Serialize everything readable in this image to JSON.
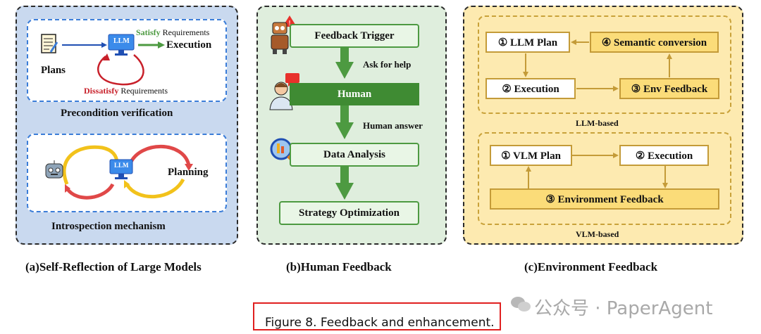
{
  "panel_a": {
    "plans": "Plans",
    "llm": "LLM",
    "satisfy_word": "Satisfy",
    "satisfy_rest": " Requirements",
    "execution": "Execution",
    "dissatisfy_word": "Dissatisfy",
    "dissatisfy_rest": " Requirements",
    "precondition": "Precondition verification",
    "llm2": "LLM",
    "planning": "Planning",
    "introspection": "Introspection mechanism",
    "caption": "(a)Self-Reflection of Large Models"
  },
  "panel_b": {
    "feedback_trigger": "Feedback Trigger",
    "ask_help": "Ask for help",
    "human": "Human",
    "human_answer": "Human answer",
    "data_analysis": "Data Analysis",
    "strategy": "Strategy Optimization",
    "caption": "(b)Human Feedback"
  },
  "panel_c": {
    "llm_plan": "① LLM Plan",
    "semantic": "④ Semantic conversion",
    "execution": "② Execution",
    "env_feedback": "③ Env Feedback",
    "llm_based": "LLM-based",
    "vlm_plan": "① VLM Plan",
    "vlm_execution": "② Execution",
    "environment_feedback": "③ Environment Feedback",
    "vlm_based": "VLM-based",
    "caption": "(c)Environment Feedback"
  },
  "figure_caption": "Figure 8. Feedback and enhancement.",
  "watermark": "公众号 · PaperAgent",
  "colors": {
    "blue_panel": "#c9d9ef",
    "green_panel": "#dfeedd",
    "yellow_panel": "#fdeab0",
    "satisfy": "#4d9a41",
    "dissatisfy": "#c8202a",
    "human_bar": "#3f8b33",
    "caption_box": "#e02020"
  }
}
